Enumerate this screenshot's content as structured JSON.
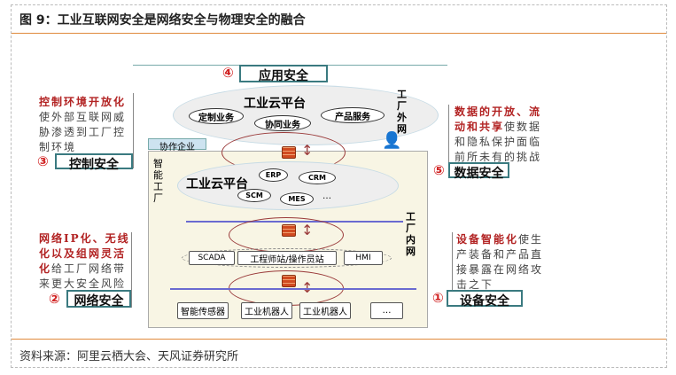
{
  "title": "图 9：工业互联网安全是网络安全与物理安全的融合",
  "source": "资料来源：阿里云栖大会、天风证券研究所",
  "colors": {
    "accent": "#e08a3c",
    "red": "#b22222",
    "teal": "#3a7a80"
  },
  "diagram": {
    "app_security": {
      "num": "④",
      "label": "应用安全"
    },
    "outer_cloud": {
      "title": "工业云平台",
      "items": [
        "定制业务",
        "协同业务",
        "产品服务"
      ]
    },
    "factory_external_net": "工厂外网",
    "partner": "协作企业",
    "smart_factory": "智能工厂",
    "inner_cloud": {
      "title": "工业云平台",
      "items": [
        "ERP",
        "CRM",
        "SCM",
        "MES",
        "…"
      ]
    },
    "factory_internal_net": "工厂内网",
    "control_row": [
      "SCADA",
      "工程师站/操作员站",
      "HMI"
    ],
    "devices": [
      "智能传感器",
      "工业机器人",
      "工业机器人",
      "…"
    ]
  },
  "annotations": {
    "control": {
      "highlight": "控制环境开放化",
      "text": "使外部互联网威胁渗透到工厂控制环境",
      "num": "③",
      "label": "控制安全"
    },
    "network": {
      "highlight": "网络IP化、无线化以及组网灵活化",
      "text": "给工厂网络带来更大安全风险",
      "num": "②",
      "label": "网络安全"
    },
    "data": {
      "highlight": "数据的开放、流动和共享",
      "text": "使数据和隐私保护面临前所未有的挑战",
      "num": "⑤",
      "label": "数据安全"
    },
    "device": {
      "highlight": "设备智能化",
      "text": "使生产装备和产品直接暴露在网络攻击之下",
      "num": "①",
      "label": "设备安全"
    }
  }
}
